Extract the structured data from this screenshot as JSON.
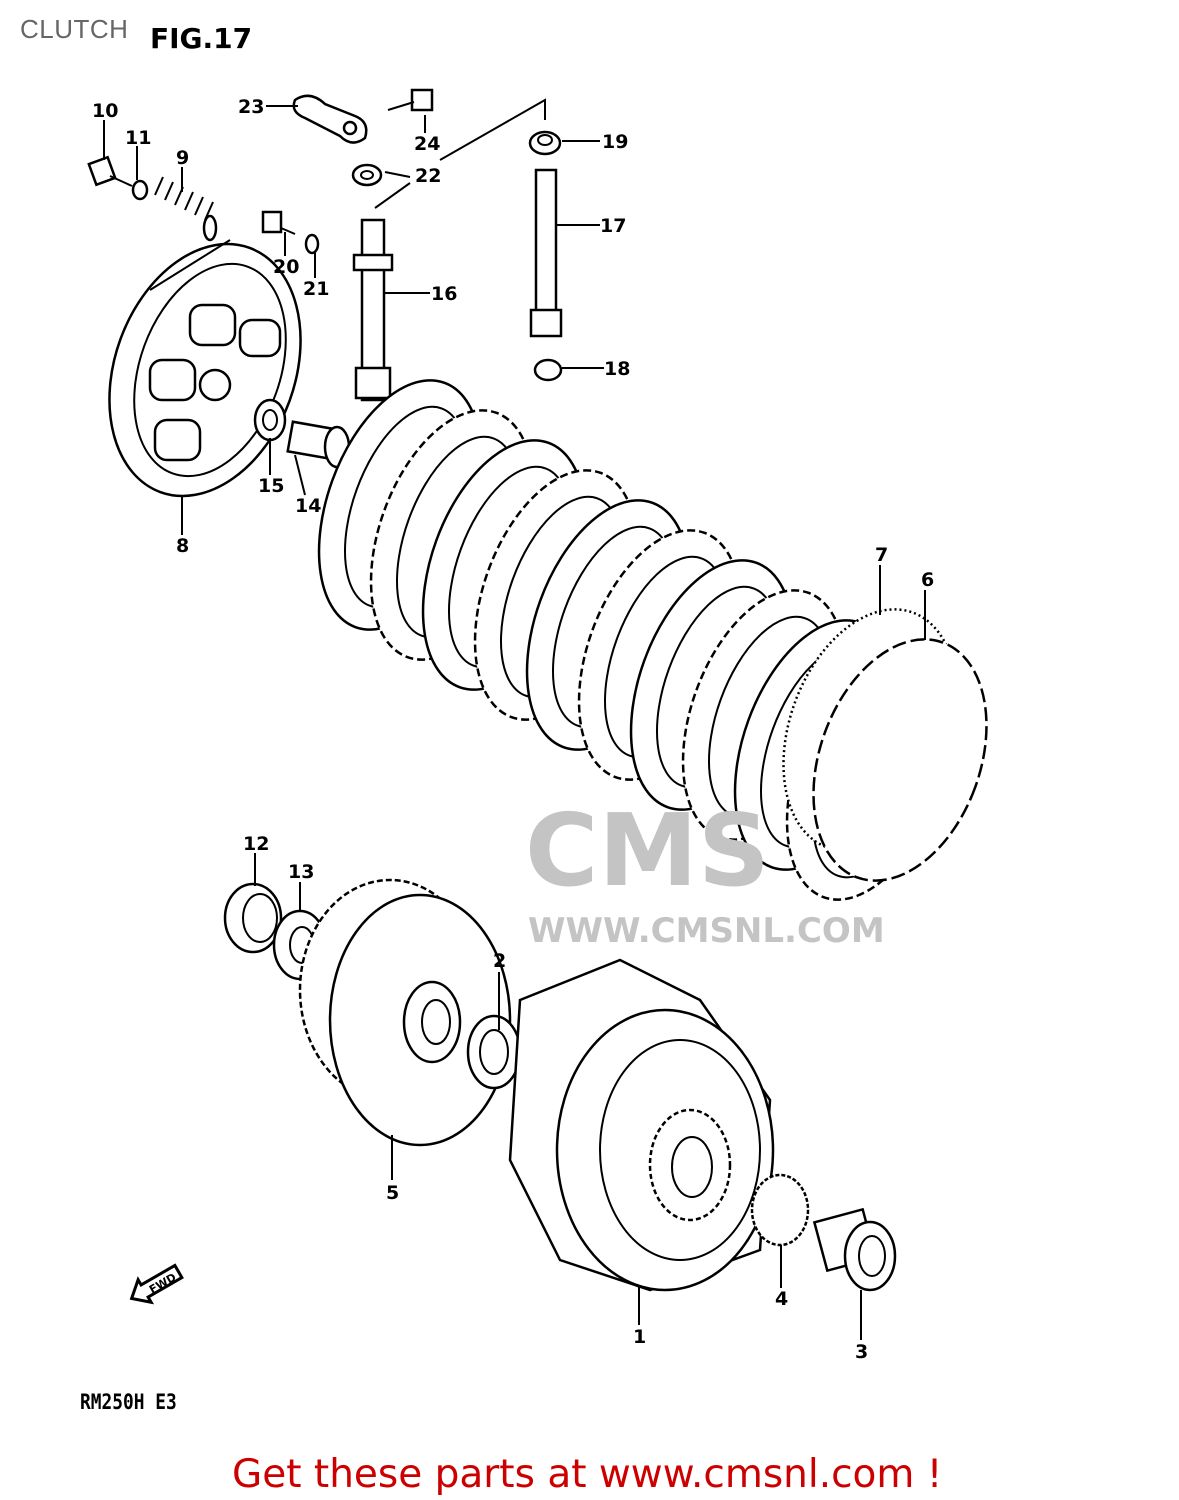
{
  "header": {
    "section": "CLUTCH",
    "figure": "FIG.17"
  },
  "model": "RM250H E3",
  "fwd_label": "FWD",
  "footer": "Get these parts at www.cmsnl.com !",
  "watermark": {
    "logo": "CMS",
    "url": "WWW.CMSNL.COM"
  },
  "colors": {
    "footer": "#cc0000",
    "section_title": "#666666",
    "watermark": "#d6d6d6"
  },
  "part_labels": [
    "10",
    "11",
    "9",
    "23",
    "24",
    "22",
    "19",
    "17",
    "16",
    "18",
    "20",
    "21",
    "15",
    "14",
    "8",
    "7",
    "6",
    "12",
    "13",
    "2",
    "5",
    "1",
    "4",
    "3"
  ]
}
